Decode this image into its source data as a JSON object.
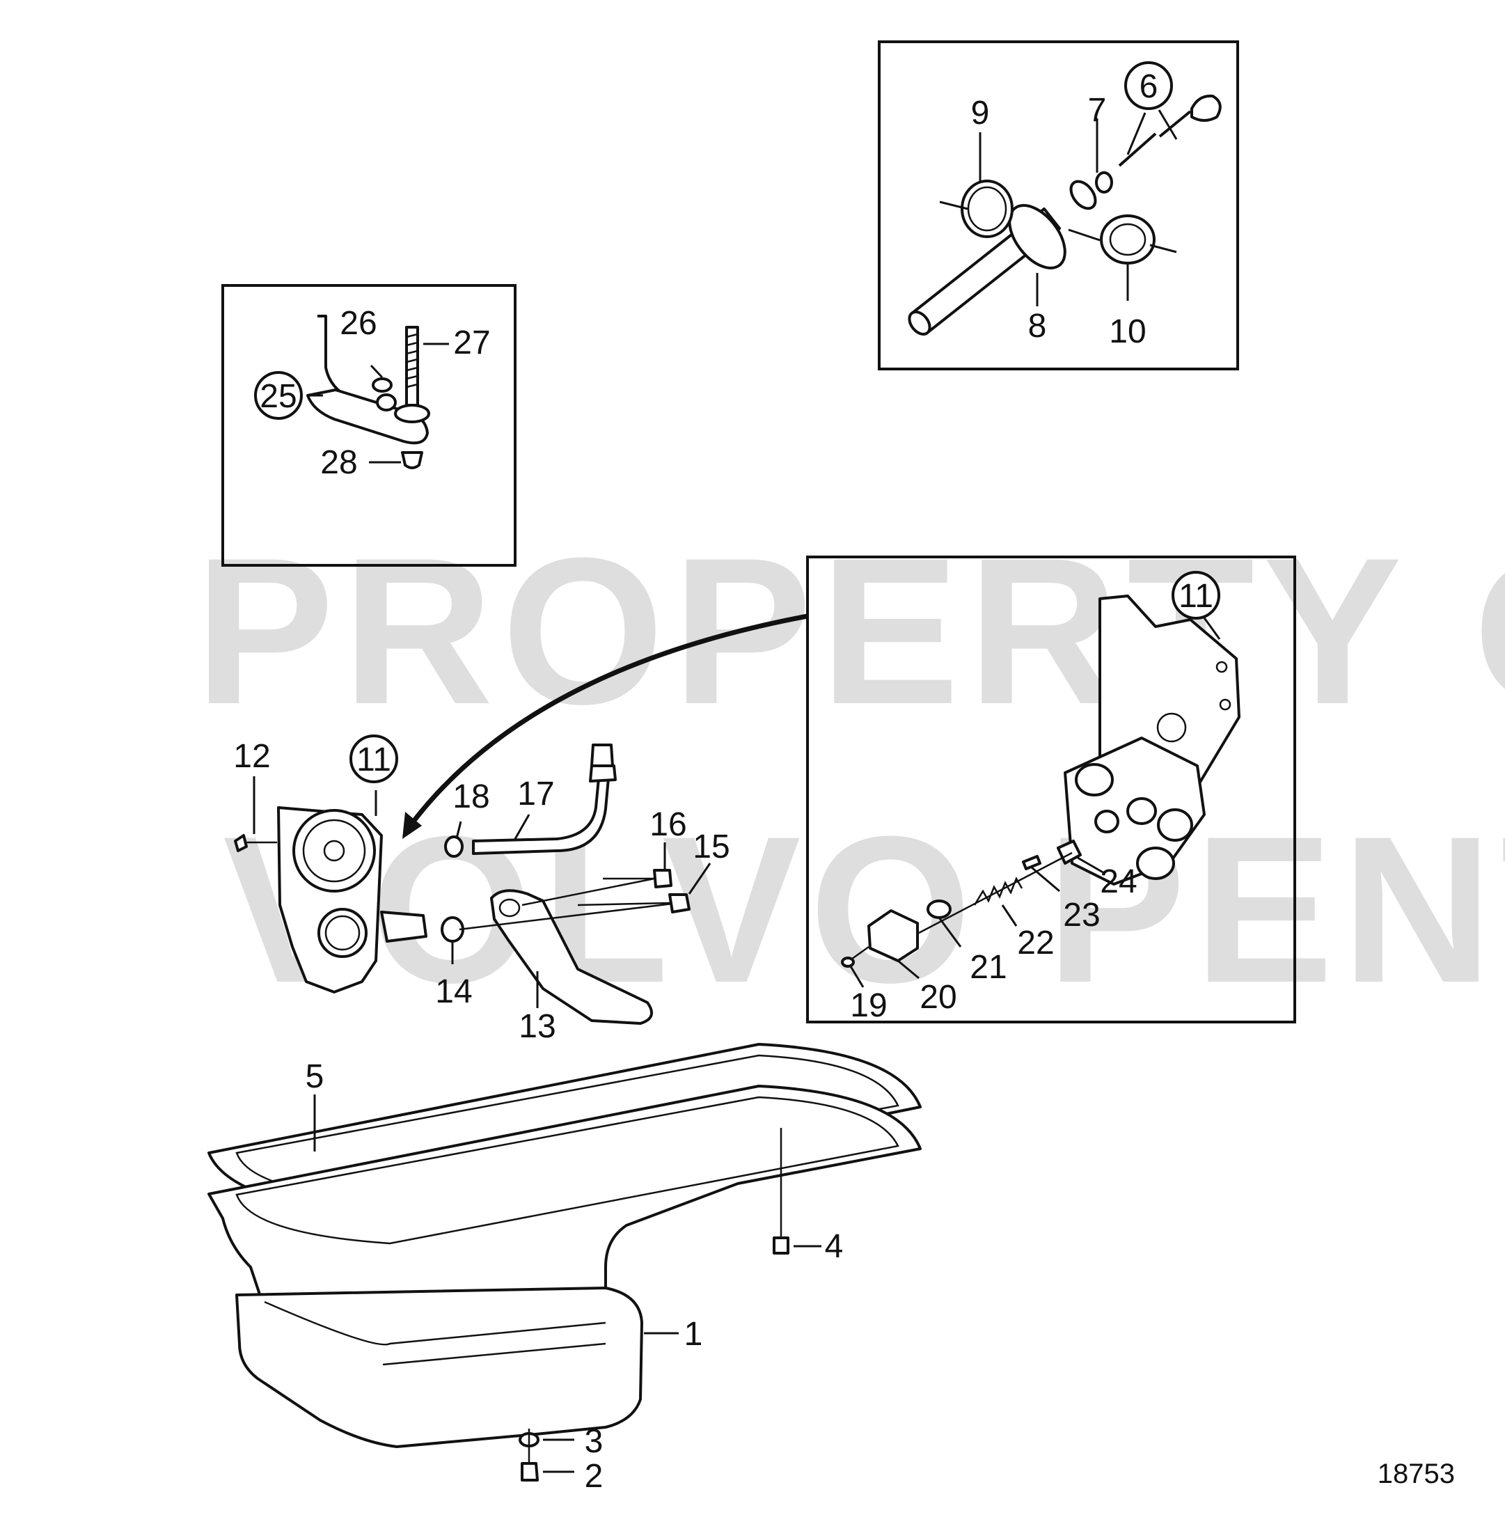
{
  "watermark": {
    "line1": "PROPERTY OF",
    "line2": "VOLVO PENTA"
  },
  "drawing_number": "18753",
  "callouts": {
    "c1": "1",
    "c2": "2",
    "c3": "3",
    "c4": "4",
    "c5": "5",
    "c6": "6",
    "c7": "7",
    "c8": "8",
    "c9": "9",
    "c10": "10",
    "c11_main": "11",
    "c11_detail": "11",
    "c12": "12",
    "c13": "13",
    "c14": "14",
    "c15": "15",
    "c16": "16",
    "c17": "17",
    "c18": "18",
    "c19": "19",
    "c20": "20",
    "c21": "21",
    "c22": "22",
    "c23": "23",
    "c24": "24",
    "c25": "25",
    "c26": "26",
    "c27": "27",
    "c28": "28"
  }
}
